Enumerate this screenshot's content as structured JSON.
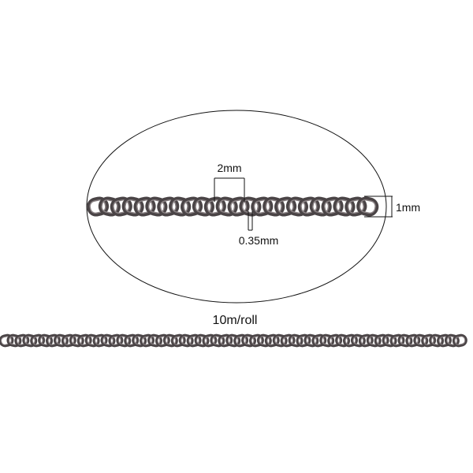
{
  "product": {
    "roll_length": "10m/roll"
  },
  "dimensions": {
    "link_length": "2mm",
    "chain_width": "1mm",
    "wire_thickness": "0.35mm"
  },
  "colors": {
    "background": "#ffffff",
    "chain_metal": "#4a4446",
    "chain_highlight": "#8a8284",
    "outline": "#111111"
  }
}
